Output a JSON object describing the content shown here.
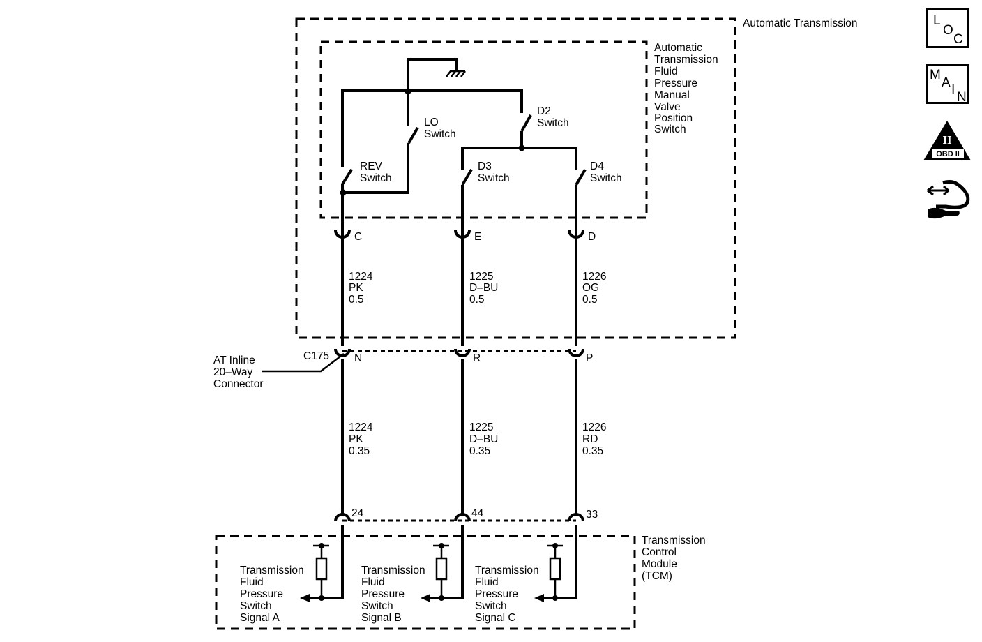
{
  "enclosures": {
    "automatic_transmission": "Automatic Transmission",
    "pressure_switch": [
      "Automatic",
      "Transmission",
      "Fluid",
      "Pressure",
      "Manual",
      "Valve",
      "Position",
      "Switch"
    ],
    "tcm": [
      "Transmission",
      "Control",
      "Module",
      "(TCM)"
    ]
  },
  "switches": {
    "lo": [
      "LO",
      "Switch"
    ],
    "d2": [
      "D2",
      "Switch"
    ],
    "rev": [
      "REV",
      "Switch"
    ],
    "d3": [
      "D3",
      "Switch"
    ],
    "d4": [
      "D4",
      "Switch"
    ]
  },
  "connectors": {
    "top": [
      "C",
      "E",
      "D"
    ],
    "inline": [
      "N",
      "R",
      "P"
    ],
    "inline_id": "C175",
    "inline_label": [
      "AT Inline",
      "20–Way",
      "Connector"
    ],
    "tcm_pins": [
      "24",
      "44",
      "33"
    ]
  },
  "wires_upper": [
    [
      "1224",
      "PK",
      "0.5"
    ],
    [
      "1225",
      "D–BU",
      "0.5"
    ],
    [
      "1226",
      "OG",
      "0.5"
    ]
  ],
  "wires_lower": [
    [
      "1224",
      "PK",
      "0.35"
    ],
    [
      "1225",
      "D–BU",
      "0.35"
    ],
    [
      "1226",
      "RD",
      "0.35"
    ]
  ],
  "signals": [
    [
      "Transmission",
      "Fluid",
      "Pressure",
      "Switch",
      "Signal A"
    ],
    [
      "Transmission",
      "Fluid",
      "Pressure",
      "Switch",
      "Signal B"
    ],
    [
      "Transmission",
      "Fluid",
      "Pressure",
      "Switch",
      "Signal C"
    ]
  ],
  "icons": {
    "loc": [
      "L",
      "O",
      "C"
    ],
    "main": [
      "M",
      "A",
      "I",
      "N"
    ],
    "obd": [
      "II",
      "OBD II"
    ],
    "service": "service-icon"
  }
}
